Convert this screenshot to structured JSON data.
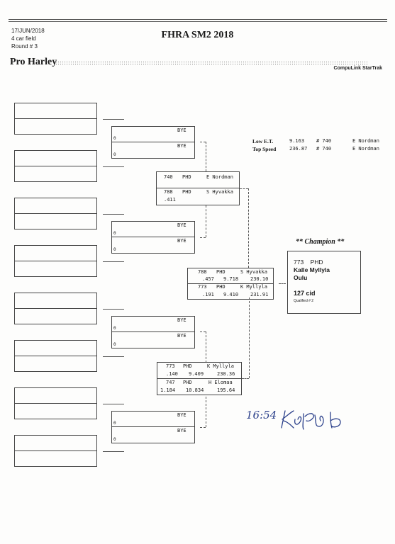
{
  "header": {
    "date": "17/JUN/2018",
    "field": "4 car field",
    "round": "Round # 3",
    "event_title": "FHRA SM2 2018",
    "class_name": "Pro Harley",
    "software": "CompuLink StarTrak"
  },
  "round1_pairs": [
    {
      "top": {
        "lane": "0",
        "name": "BYE"
      },
      "bottom": {
        "lane": "0",
        "name": "BYE"
      }
    },
    {
      "top": {
        "lane": "0",
        "name": "BYE"
      },
      "bottom": {
        "lane": "0",
        "name": "BYE"
      }
    },
    {
      "top": {
        "lane": "0",
        "name": "BYE"
      },
      "bottom": {
        "lane": "0",
        "name": "BYE"
      }
    },
    {
      "top": {
        "lane": "0",
        "name": "BYE"
      },
      "bottom": {
        "lane": "0",
        "name": "BYE"
      }
    }
  ],
  "round2": [
    {
      "top": {
        "car": "740",
        "class": "PHD",
        "name": "E Nordman",
        "rt": "",
        "et": "",
        "mph": ""
      },
      "bottom": {
        "car": "788",
        "class": "PHD",
        "name": "S Hyvakka",
        "rt": ".411",
        "et": "",
        "mph": ""
      }
    },
    {
      "top": {
        "car": "773",
        "class": "PHD",
        "name": "K Myllyla",
        "rt": ".140",
        "et": "9.409",
        "mph": "230.36"
      },
      "bottom": {
        "car": "747",
        "class": "PHD",
        "name": "H Elomaa",
        "rt": "1.184",
        "et": "10.834",
        "mph": "195.64"
      }
    }
  ],
  "final": {
    "top": {
      "car": "788",
      "class": "PHD",
      "name": "S Hyvakka",
      "rt": ".457",
      "et": "9.718",
      "mph": "230.10"
    },
    "bottom": {
      "car": "773",
      "class": "PHD",
      "name": "K Myllyla",
      "rt": ".191",
      "et": "9.410",
      "mph": "231.91"
    }
  },
  "stats": {
    "low_et_label": "Low E.T.",
    "low_et_value": "9.163",
    "low_et_car": "# 740",
    "low_et_name": "E Nordman",
    "top_speed_label": "Top Speed",
    "top_speed_value": "236.87",
    "top_speed_car": "# 740",
    "top_speed_name": "E Nordman"
  },
  "champion": {
    "title": "** Champion **",
    "car_class": "773    PHD",
    "name": "Kalle Myllyla",
    "city": "Oulu",
    "engine": "127 cid",
    "qualified": "Qualified # 2"
  },
  "signature": {
    "time": "16:54"
  }
}
